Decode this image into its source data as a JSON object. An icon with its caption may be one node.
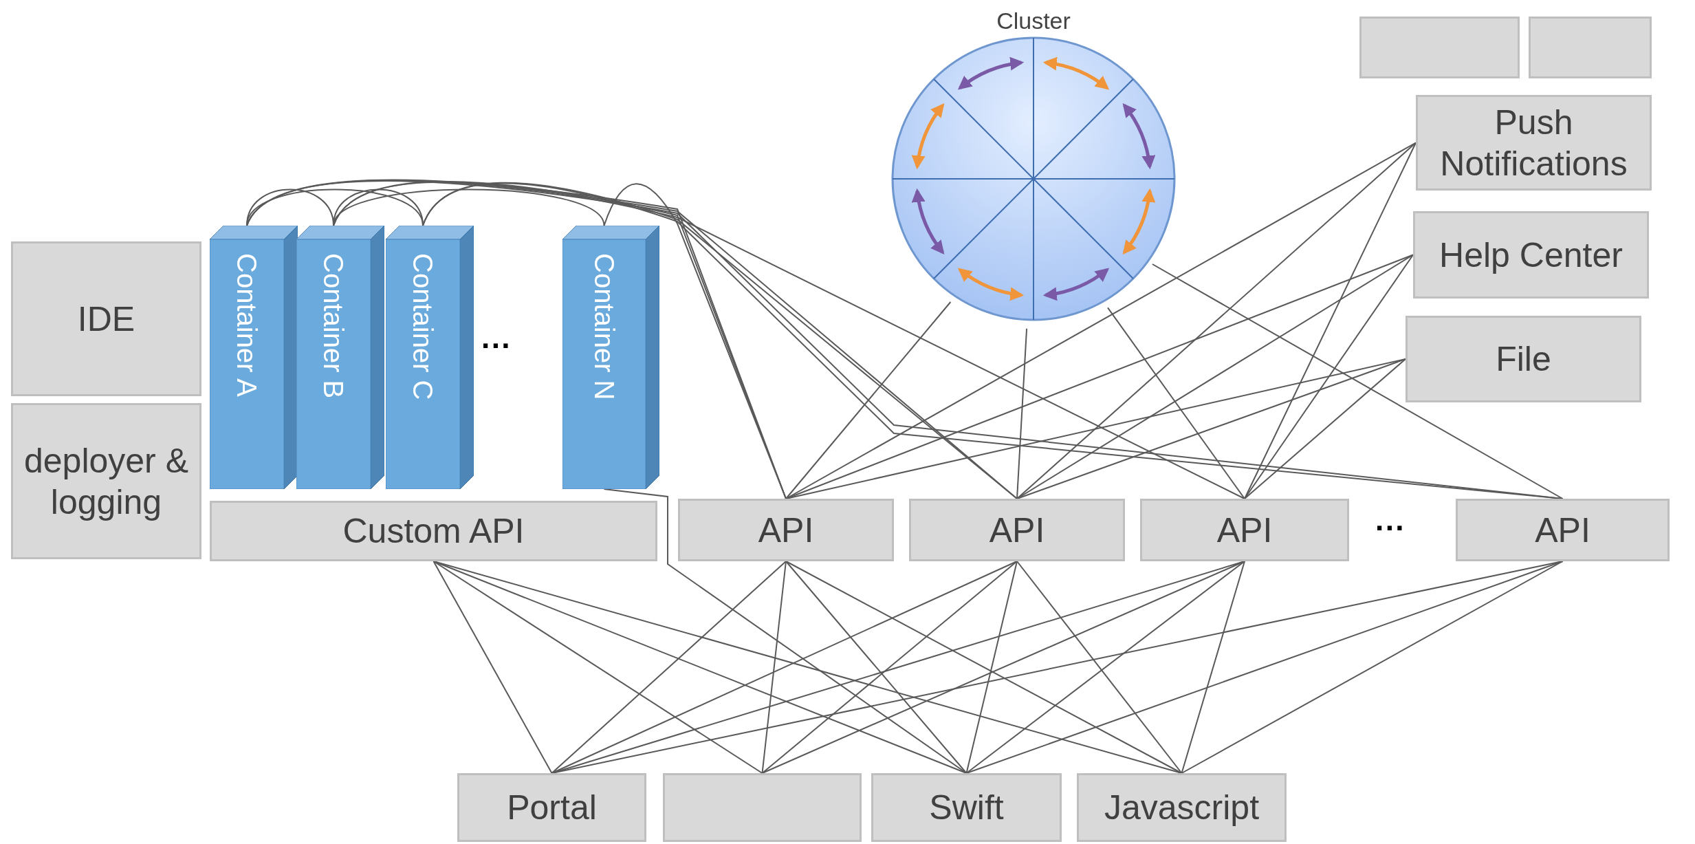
{
  "diagram": {
    "nodes": [
      {
        "text": [
          "IDE"
        ]
      },
      {
        "text": [
          "deployer & logging"
        ]
      },
      {
        "text": [
          "Container A"
        ]
      },
      {
        "text": [
          "Container B"
        ]
      },
      {
        "text": [
          "Container C"
        ]
      },
      {
        "text": [
          "Container N"
        ]
      },
      {
        "text": [
          "Custom API"
        ]
      },
      {
        "text": [
          "API"
        ]
      },
      {
        "text": [
          "API"
        ]
      },
      {
        "text": [
          "API"
        ]
      },
      {
        "text": [
          "API"
        ]
      },
      {
        "text": [
          "Cluster"
        ]
      },
      {
        "text": [],
        "shape": "box"
      },
      {
        "text": [],
        "shape": "box"
      },
      {
        "text": [
          "Push Notifications"
        ]
      },
      {
        "text": [
          "Help Center"
        ]
      },
      {
        "text": [
          "File"
        ]
      },
      {
        "text": [
          "Portal"
        ]
      },
      {
        "text": [],
        "shape": "box"
      },
      {
        "text": [
          "Swift"
        ]
      },
      {
        "text": [
          "Javascript"
        ]
      }
    ],
    "edges": [
      {
        "from": 2,
        "to": 3,
        "arrow": "none"
      },
      {
        "from": 2,
        "to": 4,
        "arrow": "none"
      },
      {
        "from": 3,
        "to": 4,
        "arrow": "none"
      },
      {
        "from": 3,
        "to": 5,
        "arrow": "none"
      },
      {
        "from": 2,
        "to": 7,
        "arrow": "none"
      },
      {
        "from": 2,
        "to": 8,
        "arrow": "none"
      },
      {
        "from": 2,
        "to": 10,
        "arrow": "none"
      },
      {
        "from": 3,
        "to": 7,
        "arrow": "none"
      },
      {
        "from": 3,
        "to": 9,
        "arrow": "none"
      },
      {
        "from": 4,
        "to": 8,
        "arrow": "none"
      },
      {
        "from": 4,
        "to": 10,
        "arrow": "none"
      },
      {
        "from": 5,
        "to": 7,
        "arrow": "none"
      },
      {
        "from": 5,
        "to": 19,
        "arrow": "none"
      },
      {
        "from": 7,
        "to": 11,
        "arrow": "none"
      },
      {
        "from": 8,
        "to": 11,
        "arrow": "none"
      },
      {
        "from": 9,
        "to": 11,
        "arrow": "none"
      },
      {
        "from": 10,
        "to": 11,
        "arrow": "none"
      },
      {
        "from": 7,
        "to": 14,
        "arrow": "none"
      },
      {
        "from": 7,
        "to": 15,
        "arrow": "none"
      },
      {
        "from": 7,
        "to": 16,
        "arrow": "none"
      },
      {
        "from": 8,
        "to": 14,
        "arrow": "none"
      },
      {
        "from": 8,
        "to": 15,
        "arrow": "none"
      },
      {
        "from": 8,
        "to": 16,
        "arrow": "none"
      },
      {
        "from": 9,
        "to": 14,
        "arrow": "none"
      },
      {
        "from": 9,
        "to": 15,
        "arrow": "none"
      },
      {
        "from": 9,
        "to": 16,
        "arrow": "none"
      },
      {
        "from": 6,
        "to": 17,
        "arrow": "none"
      },
      {
        "from": 6,
        "to": 18,
        "arrow": "none"
      },
      {
        "from": 6,
        "to": 19,
        "arrow": "none"
      },
      {
        "from": 6,
        "to": 20,
        "arrow": "none"
      },
      {
        "from": 7,
        "to": 17,
        "arrow": "none"
      },
      {
        "from": 7,
        "to": 18,
        "arrow": "none"
      },
      {
        "from": 7,
        "to": 19,
        "arrow": "none"
      },
      {
        "from": 7,
        "to": 20,
        "arrow": "none"
      },
      {
        "from": 8,
        "to": 17,
        "arrow": "none"
      },
      {
        "from": 8,
        "to": 18,
        "arrow": "none"
      },
      {
        "from": 8,
        "to": 19,
        "arrow": "none"
      },
      {
        "from": 8,
        "to": 20,
        "arrow": "none"
      },
      {
        "from": 9,
        "to": 17,
        "arrow": "none"
      },
      {
        "from": 9,
        "to": 18,
        "arrow": "none"
      },
      {
        "from": 9,
        "to": 19,
        "arrow": "none"
      },
      {
        "from": 9,
        "to": 20,
        "arrow": "none"
      },
      {
        "from": 10,
        "to": 17,
        "arrow": "none"
      },
      {
        "from": 10,
        "to": 19,
        "arrow": "none"
      },
      {
        "from": 10,
        "to": 20,
        "arrow": "none"
      }
    ],
    "labels": [
      "···",
      "···"
    ]
  }
}
